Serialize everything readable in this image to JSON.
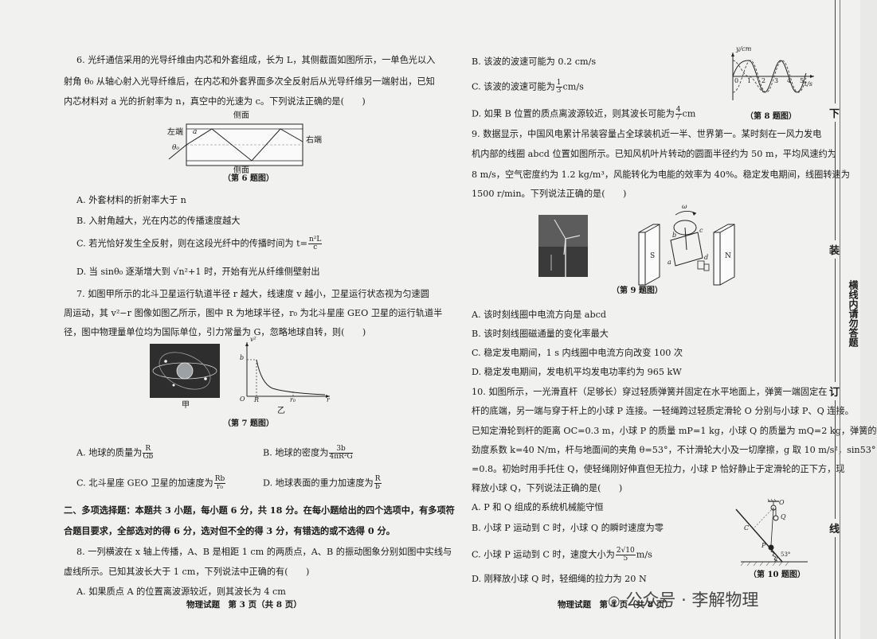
{
  "left": {
    "q6": {
      "line1": "6. 光纤通信采用的光导纤维由内芯和外套组成，长为 L，其侧截面如图所示，一单色光以入",
      "line2": "射角 θ₀ 从轴心射入光导纤维后，在内芯和外套界面多次全反射后从光导纤维另一端射出，已知",
      "line3": "内芯材料对 a 光的折射率为 n，真空中的光速为 c。下列说法正确的是(　　)",
      "fig_top": "侧面",
      "fig_bottom": "侧面",
      "fig_left": "左端",
      "fig_right": "右端",
      "fig_a": "a",
      "fig_theta": "θ₀",
      "caption": "（第 6 题图）",
      "optA": "A. 外套材料的折射率大于 n",
      "optB": "B. 入射角越大，光在内芯的传播速度越大",
      "optC_pre": "C. 若光恰好发生全反射，则在这段光纤中的传播时间为 t=",
      "optC_num": "n²L",
      "optC_den": "c",
      "optD_pre": "D. 当 sinθ₀ 逐渐增大到 √n²+1 时，开始有光从纤维侧壁射出"
    },
    "q7": {
      "line1": "7. 如图甲所示的北斗卫星运行轨道半径 r 越大，线速度 v 越小，卫星运行状态视为匀速圆",
      "line2": "周运动，其 v²−r 图像如图乙所示，图中 R 为地球半径，r₀ 为北斗星座 GEO 卫星的运行轨道半",
      "line3": "径，图中物理量单位均为国际单位，引力常量为 G，忽略地球自转，则(　　)",
      "label_jia": "甲",
      "label_yi": "乙",
      "axis_v2": "v²",
      "axis_b": "b",
      "axis_O": "O",
      "axis_R": "R",
      "axis_r0": "r₀",
      "axis_r": "r",
      "caption": "（第 7 题图）",
      "optA_pre": "A. 地球的质量为",
      "optA_num": "R",
      "optA_den": "Gb",
      "optB_pre": "B. 地球的密度为",
      "optB_num": "3b",
      "optB_den": "4πR²G",
      "optC_pre": "C. 北斗星座 GEO 卫星的加速度为",
      "optC_num": "Rb",
      "optC_den": "r₀",
      "optD_pre": "D. 地球表面的重力加速度为",
      "optD_num": "R",
      "optD_den": "b"
    },
    "section2": {
      "line1": "二、多项选择题：本题共 3 小题，每小题 6 分，共 18 分。在每小题给出的四个选项中，有多项符",
      "line2": "合题目要求，全部选对的得 6 分，选对但不全的得 3 分，有错选的或不选得 0 分。"
    },
    "q8": {
      "line1": "8. 一列横波在 x 轴上传播，A、B 是相距 1 cm 的两质点，A、B 的振动图象分别如图中实线与",
      "line2": "虚线所示。已知其波长大于 1 cm，下列说法中正确的有(　　)",
      "optA": "A. 如果质点 A 的位置离波源较近，则其波长为 4 cm"
    },
    "footer": "物理试题　第 3 页（共 8 页）"
  },
  "right": {
    "q8": {
      "optB": "B. 该波的波速可能为 0.2 cm/s",
      "optC_pre": "C. 该波的波速可能为",
      "optC_num": "1",
      "optC_den": "3",
      "optC_post": "cm/s",
      "optD_pre": "D. 如果 B 位置的质点离波源较近，则其波长可能为",
      "optD_num": "4",
      "optD_den": "7",
      "optD_post": "cm",
      "graph_y": "y/cm",
      "graph_t": "t/s",
      "graph_ticks": [
        "0",
        "1",
        "2",
        "3",
        "4",
        "5"
      ],
      "caption": "（第 8 题图）"
    },
    "q9": {
      "line1": "9. 数据显示，中国风电累计吊装容量占全球装机近一半、世界第一。某时刻在一风力发电",
      "line2": "机内部的线圈 abcd 位置如图所示。已知风机叶片转动的圆面半径约为 50 m，平均风速约为",
      "line3": "8 m/s，空气密度约为 1.2 kg/m³，风能转化为电能的效率为 40%。稳定发电期间，线圈转速为",
      "line4": "1500 r/min。下列说法正确的是(　　)",
      "fig_S": "S",
      "fig_N": "N",
      "fig_omega": "ω",
      "fig_a": "a",
      "fig_b": "b",
      "fig_c": "c",
      "fig_d": "d",
      "caption": "（第 9 题图）",
      "optA": "A. 该时刻线圈中电流方向是 abcd",
      "optB": "B. 该时刻线圈磁通量的变化率最大",
      "optC": "C. 稳定发电期间，1 s 内线圈中电流方向改变 100 次",
      "optD": "D. 稳定发电期间，发电机平均发电功率约为 965 kW"
    },
    "q10": {
      "line1": "10. 如图所示，一光滑直杆（足够长）穿过轻质弹簧并固定在水平地面上，弹簧一端固定在",
      "line2": "杆的底端，另一端与穿于杆上的小球 P 连接。一轻绳跨过轻质定滑轮 O 分别与小球 P、Q 连接。",
      "line3": "已知定滑轮到杆的距离 OC=0.3 m，小球 P 的质量 mP=1 kg，小球 Q 的质量为 mQ=2 kg，弹簧的",
      "line4": "劲度系数 k=40 N/m，杆与地面间的夹角 θ=53°，不计滑轮大小及一切摩擦，g 取 10 m/s²，sin53°",
      "line5": "=0.8。初始时用手托住 Q，使轻绳刚好伸直但无拉力，小球 P 恰好静止于定滑轮的正下方，现",
      "line6": "释放小球 Q，下列说法正确的是(　　)",
      "optA": "A. P 和 Q 组成的系统机械能守恒",
      "optB": "B. 小球 P 运动到 C 时，小球 Q 的瞬时速度为零",
      "optC_pre": "C. 小球 P 运动到 C 时，速度大小为",
      "optC_num": "2√10",
      "optC_den": "5",
      "optC_post": "m/s",
      "optD": "D. 刚释放小球 Q 时，轻细绳的拉力为 20 N",
      "fig_O": "O",
      "fig_Q": "Q",
      "fig_C": "C",
      "fig_P": "P",
      "fig_angle": "53°",
      "caption": "（第 10 题图）"
    },
    "footer": "物理试题　第 4 页（共 8 页）"
  },
  "binding": {
    "chars": [
      "下",
      "装",
      "订",
      "线"
    ],
    "vertical_text": "横线内请勿答题"
  },
  "watermark": "公众号 · 李解物理"
}
